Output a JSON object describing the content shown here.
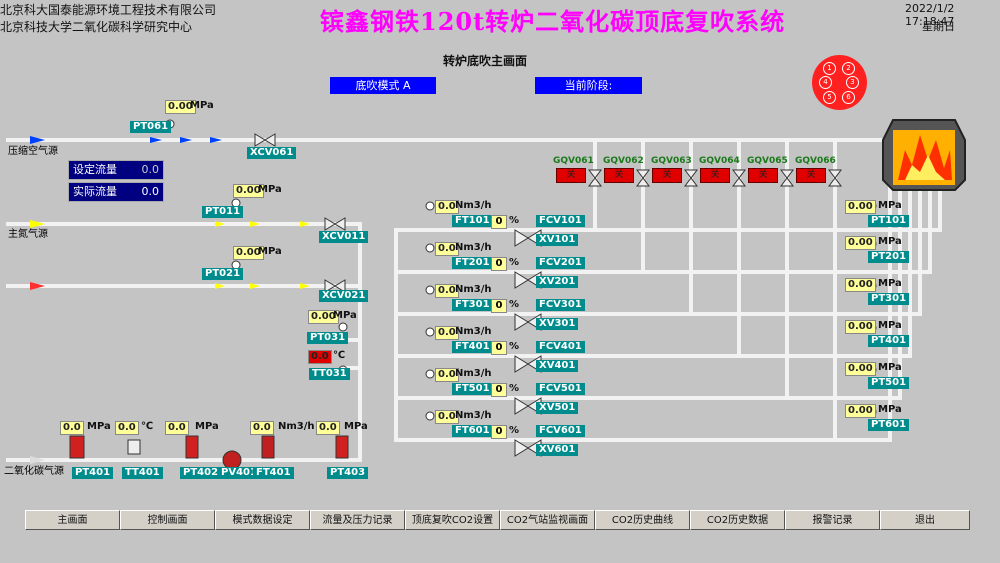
{
  "header": {
    "org_line1": "北京科大国泰能源环境工程技术有限公司",
    "org_line2": "北京科技大学二氧化碳科学研究中心",
    "title": "镔鑫钢铁120t转炉二氧化碳顶底复吹系统",
    "datetime": "2022/1/2 17:18:47",
    "weekday": "星期日"
  },
  "screen_title": "转炉底吹主画面",
  "mode_button": "底吹模式 A",
  "stage_button": "当前阶段:",
  "setpoint_panel": {
    "set_label": "设定流量",
    "set_value": "0.0",
    "act_label": "实际流量",
    "act_value": "0.0"
  },
  "sources": {
    "air": "压缩空气源",
    "n2": "主氮气源",
    "n3": "",
    "co2": "二氧化碳气源"
  },
  "left_tags": {
    "pt061": "PT061",
    "pt061_val": "0.00",
    "pt061_unit": "MPa",
    "xcv061": "XCV061",
    "pt011": "PT011",
    "pt011_val": "0.00",
    "pt011_unit": "MPa",
    "xcv011": "XCV011",
    "pt021": "PT021",
    "pt021_val": "0.00",
    "pt021_unit": "MPa",
    "xcv021": "XCV021",
    "pt031": "PT031",
    "pt031_val": "0.00",
    "pt031_unit": "MPa",
    "tt031": "TT031",
    "tt031_val": "0.0",
    "tt031_unit": "℃"
  },
  "bottom_row": {
    "pt401_val": "0.0",
    "pt401_unit": "MPa",
    "pt401": "PT401",
    "tt401_val": "0.0",
    "tt401_unit": "℃",
    "tt401": "TT401",
    "pt402_val": "0.0",
    "pt402_unit": "MPa",
    "pt402": "PT402",
    "pv401": "PV401",
    "ft401_val": "0.0",
    "ft401_unit": "Nm3/h",
    "ft401": "FT401",
    "pt403_val": "0.0",
    "pt403_unit": "MPa",
    "pt403": "PT403"
  },
  "gqv": [
    {
      "name": "GQV061",
      "state": "关"
    },
    {
      "name": "GQV062",
      "state": "关"
    },
    {
      "name": "GQV063",
      "state": "关"
    },
    {
      "name": "GQV064",
      "state": "关"
    },
    {
      "name": "GQV065",
      "state": "关"
    },
    {
      "name": "GQV066",
      "state": "关"
    }
  ],
  "branches": [
    {
      "ft_val": "0.0",
      "ft_unit": "Nm3/h",
      "ft": "FT101",
      "pct": "0",
      "pct_unit": "%",
      "fcv": "FCV101",
      "xv": "XV101",
      "pt_val": "0.00",
      "pt_unit": "MPa",
      "pt": "PT101"
    },
    {
      "ft_val": "0.0",
      "ft_unit": "Nm3/h",
      "ft": "FT201",
      "pct": "0",
      "pct_unit": "%",
      "fcv": "FCV201",
      "xv": "XV201",
      "pt_val": "0.00",
      "pt_unit": "MPa",
      "pt": "PT201"
    },
    {
      "ft_val": "0.0",
      "ft_unit": "Nm3/h",
      "ft": "FT301",
      "pct": "0",
      "pct_unit": "%",
      "fcv": "FCV301",
      "xv": "XV301",
      "pt_val": "0.00",
      "pt_unit": "MPa",
      "pt": "PT301"
    },
    {
      "ft_val": "0.0",
      "ft_unit": "Nm3/h",
      "ft": "FT401",
      "pct": "0",
      "pct_unit": "%",
      "fcv": "FCV401",
      "xv": "XV401",
      "pt_val": "0.00",
      "pt_unit": "MPa",
      "pt": "PT401"
    },
    {
      "ft_val": "0.0",
      "ft_unit": "Nm3/h",
      "ft": "FT501",
      "pct": "0",
      "pct_unit": "%",
      "fcv": "FCV501",
      "xv": "XV501",
      "pt_val": "0.00",
      "pt_unit": "MPa",
      "pt": "PT501"
    },
    {
      "ft_val": "0.0",
      "ft_unit": "Nm3/h",
      "ft": "FT601",
      "pct": "0",
      "pct_unit": "%",
      "fcv": "FCV601",
      "xv": "XV601",
      "pt_val": "0.00",
      "pt_unit": "MPa",
      "pt": "PT601"
    }
  ],
  "tuyeres": [
    "1",
    "2",
    "3",
    "4",
    "5",
    "6"
  ],
  "nav": [
    "主画面",
    "控制画面",
    "模式数据设定",
    "流量及压力记录",
    "顶底复吹CO2设置",
    "CO2气站监视画面",
    "CO2历史曲线",
    "CO2历史数据",
    "报警记录",
    "退出"
  ],
  "colors": {
    "pipe": "#f2f2f2",
    "tag_bg": "#008c8c",
    "readout_bg": "#ffff99",
    "relay": "#e00000",
    "title": "#ff00ff",
    "button": "#0000ff"
  }
}
